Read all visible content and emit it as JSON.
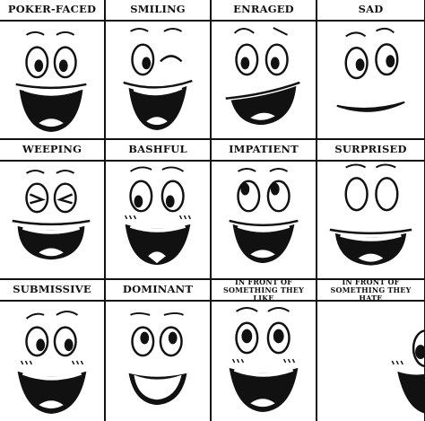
{
  "sheet": {
    "emotions": [
      {
        "label": "POKER-FACED"
      },
      {
        "label": "SMILING"
      },
      {
        "label": "ENRAGED"
      },
      {
        "label": "SAD"
      },
      {
        "label": "WEEPING"
      },
      {
        "label": "BASHFUL"
      },
      {
        "label": "IMPATIENT"
      },
      {
        "label": "SURPRISED"
      },
      {
        "label": "SUBMISSIVE"
      },
      {
        "label": "DOMINANT"
      },
      {
        "label": "IN FRONT OF\nSOMETHING THEY LIKE"
      },
      {
        "label": "IN FRONT OF\nSOMETHING THEY HATE"
      }
    ]
  }
}
